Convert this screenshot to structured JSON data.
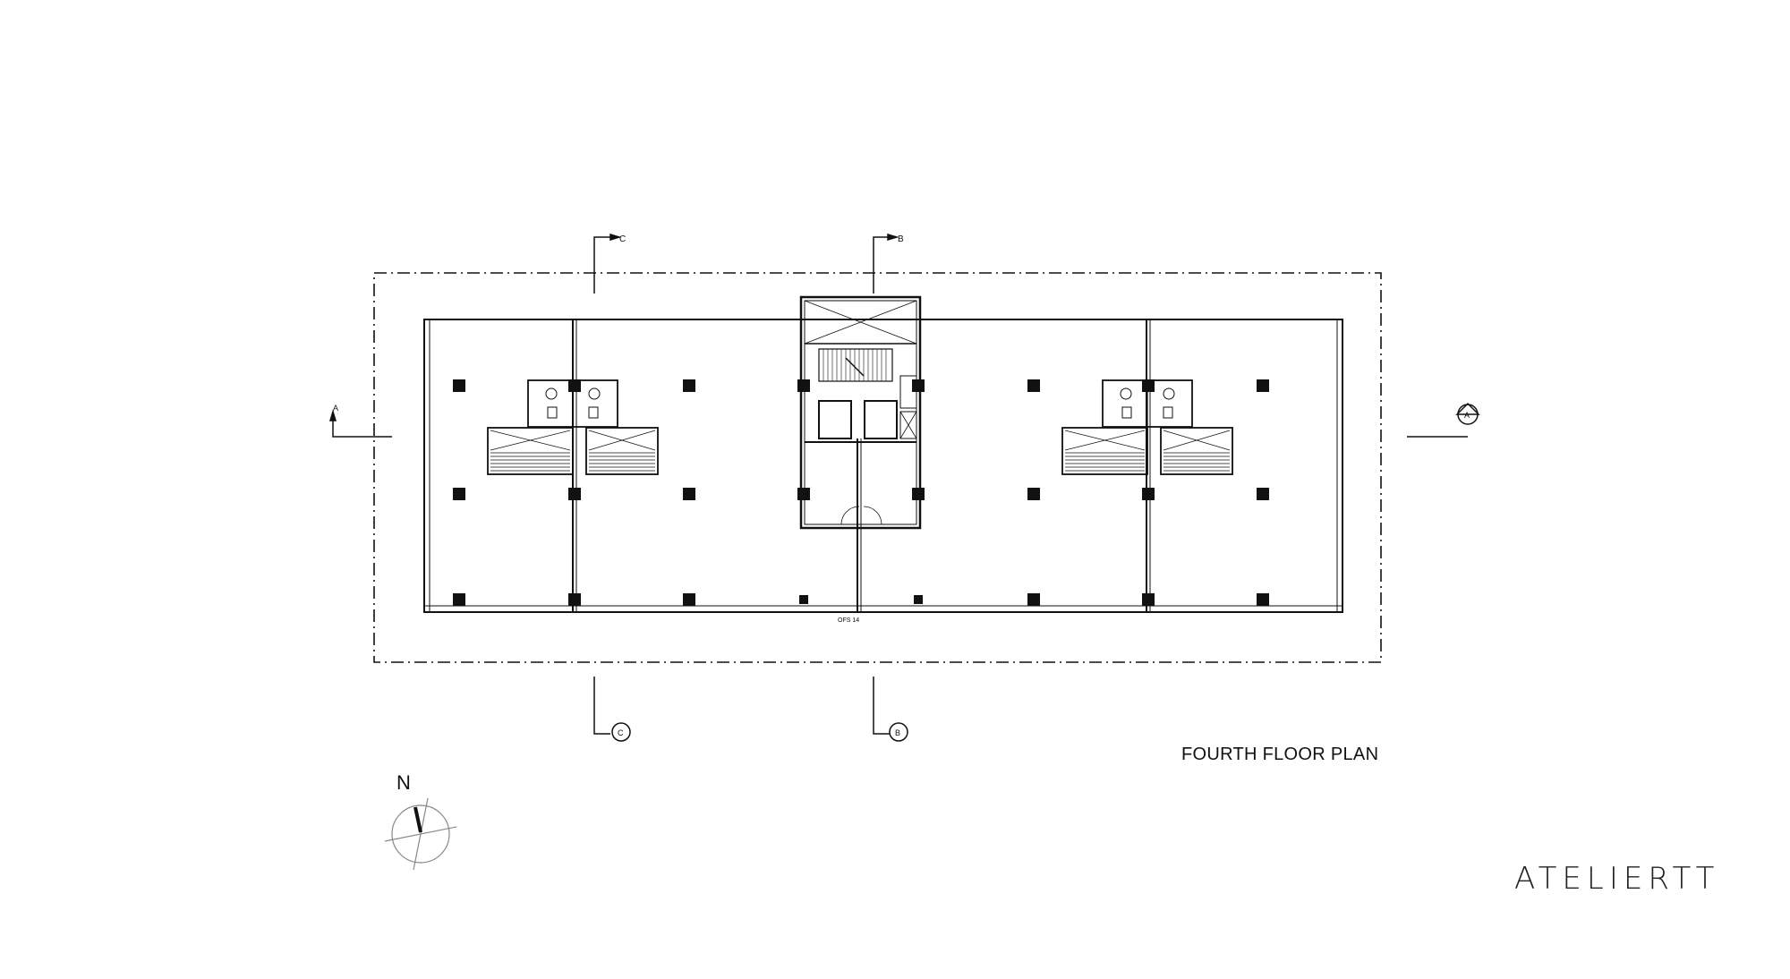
{
  "plan_title": "FOURTH FLOOR PLAN",
  "brand": "ATELIERTT",
  "north_label": "N",
  "section_markers": {
    "top_left": "C",
    "top_center": "B",
    "left": "A",
    "right": "A",
    "bottom_left": "C",
    "bottom_center": "B"
  },
  "grid_label": "OFS 14",
  "colors": {
    "ink": "#111111",
    "background": "#ffffff"
  }
}
